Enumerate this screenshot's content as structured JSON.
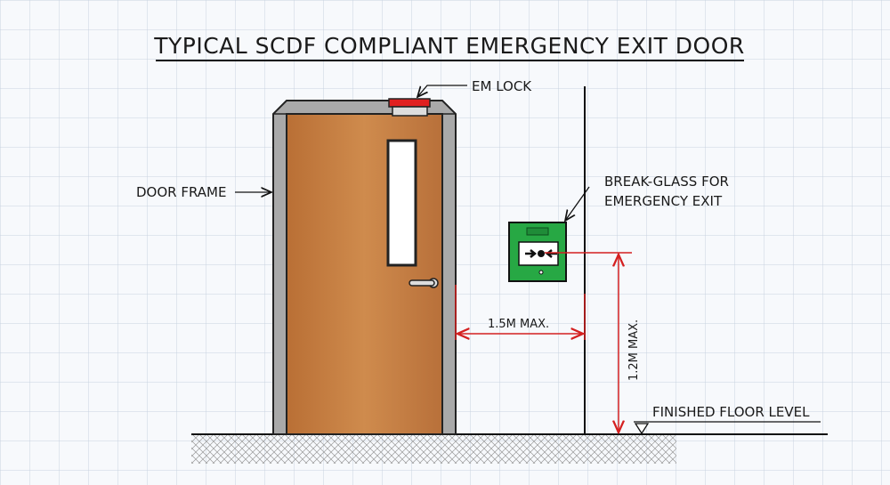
{
  "title": "TYPICAL SCDF COMPLIANT EMERGENCY EXIT DOOR",
  "labels": {
    "em_lock": "EM LOCK",
    "door_frame": "DOOR FRAME",
    "break_glass_line1": "BREAK-GLASS FOR",
    "break_glass_line2": "EMERGENCY EXIT",
    "width_dim": "1.5M MAX.",
    "height_dim": "1.2M MAX.",
    "floor": "FINISHED FLOOR LEVEL"
  },
  "colors": {
    "door": "#c27a3e",
    "frame": "#a9a9a9",
    "em_lock": "#e02020",
    "break_glass": "#27a844",
    "dimension": "#d42020",
    "grid": "#c9d3e0"
  }
}
